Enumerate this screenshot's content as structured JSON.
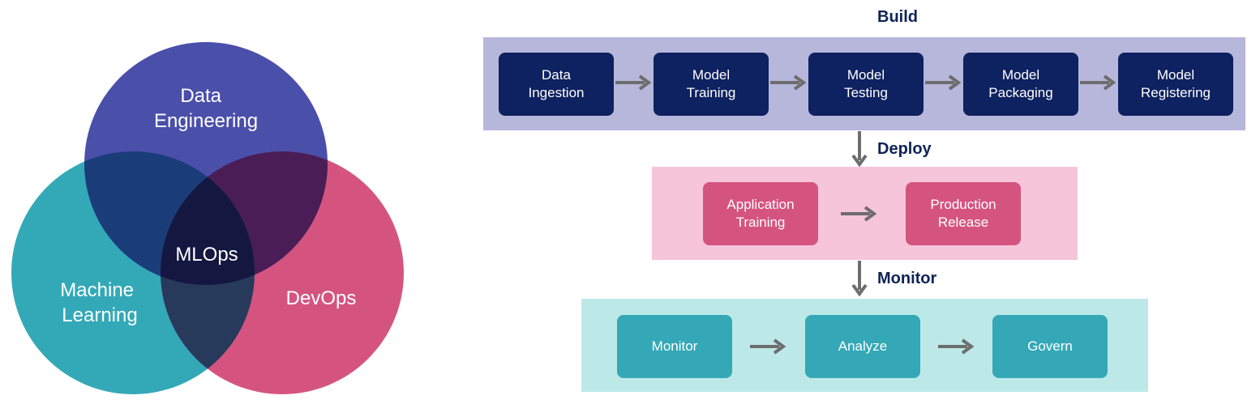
{
  "venn": {
    "circles": [
      {
        "label_lines": [
          "Data",
          "Engineering"
        ],
        "color": "#4a4faa"
      },
      {
        "label_lines": [
          "Machine",
          "Learning"
        ],
        "color": "#33a9b8"
      },
      {
        "label_lines": [
          "DevOps"
        ],
        "color": "#d5547f"
      }
    ],
    "center_label": "MLOps",
    "intersection_colors": {
      "data_ml": "#1a3d7a",
      "data_devops": "#4a1d56",
      "ml_devops": "#283a5c",
      "all": "#141840"
    }
  },
  "pipeline": {
    "build": {
      "title": "Build",
      "color": "#b7b7dc",
      "steps": [
        {
          "line1": "Data",
          "line2": "Ingestion"
        },
        {
          "line1": "Model",
          "line2": "Training"
        },
        {
          "line1": "Model",
          "line2": "Testing"
        },
        {
          "line1": "Model",
          "line2": "Packaging"
        },
        {
          "line1": "Model",
          "line2": "Registering"
        }
      ]
    },
    "deploy": {
      "title": "Deploy",
      "color": "#f6c5da",
      "steps": [
        {
          "line1": "Application",
          "line2": "Training"
        },
        {
          "line1": "Production",
          "line2": "Release"
        }
      ]
    },
    "monitor": {
      "title": "Monitor",
      "color": "#bce9e8",
      "steps": [
        {
          "line1": "Monitor"
        },
        {
          "line1": "Analyze"
        },
        {
          "line1": "Govern"
        }
      ]
    }
  },
  "colors": {
    "title_text": "#0f2357",
    "arrow": "#6d6d6d"
  }
}
